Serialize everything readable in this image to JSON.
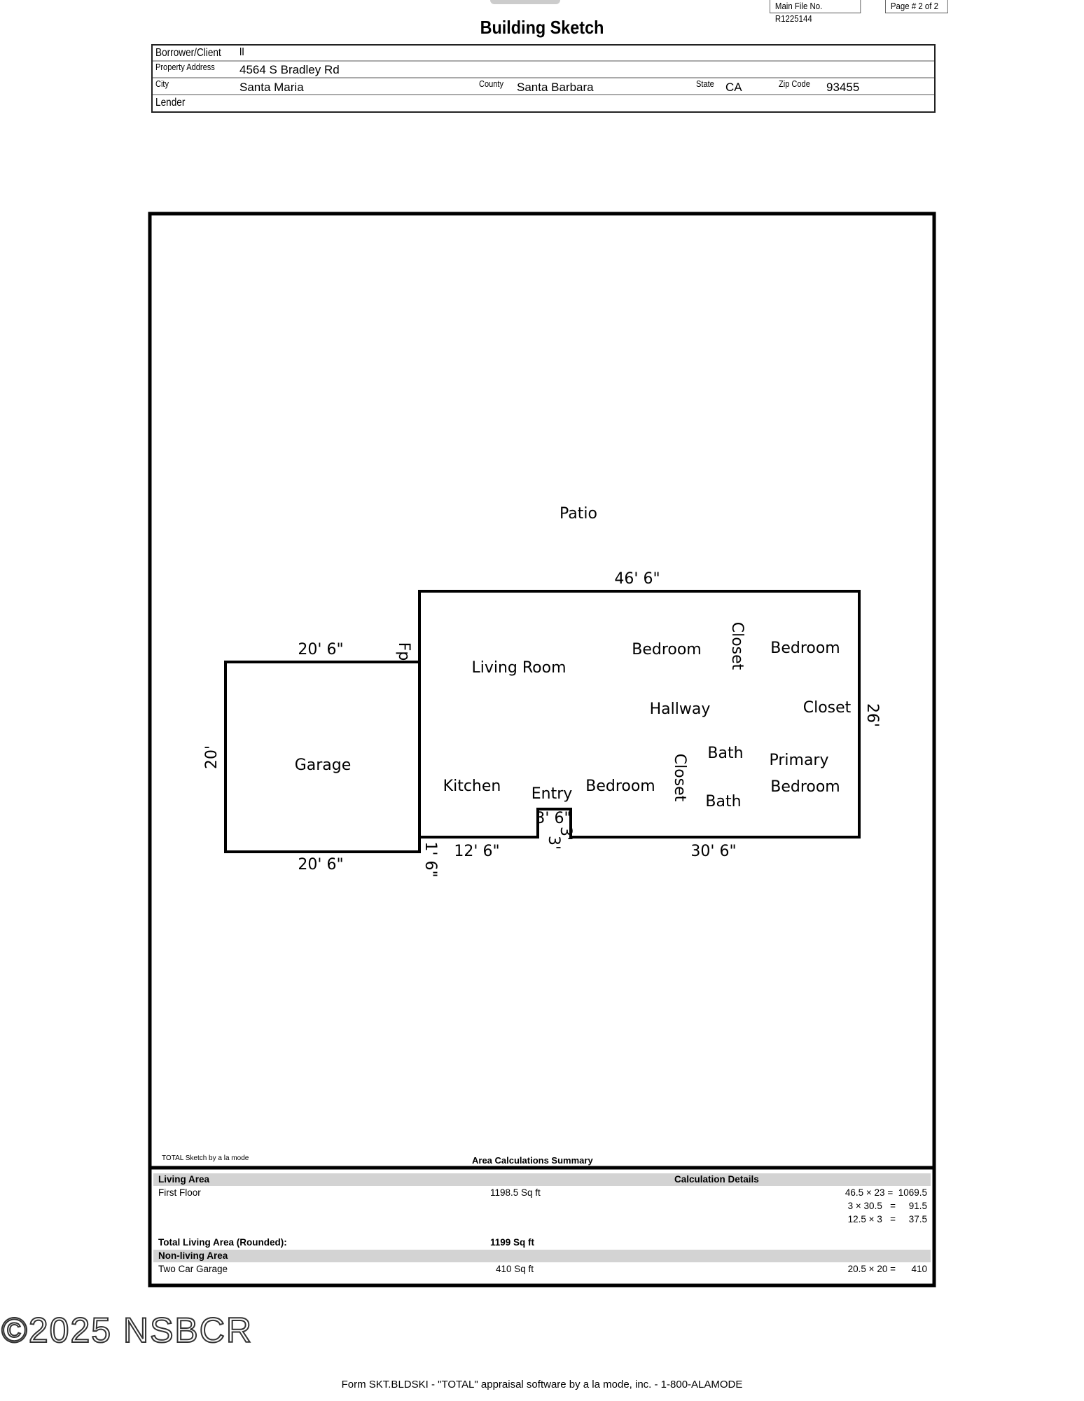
{
  "file_box": {
    "main_file": "Main File No. R1225144",
    "page": "Page # 2 of 2"
  },
  "title": "Building Sketch",
  "header": {
    "borrower_label": "Borrower/Client",
    "borrower": "ll",
    "address_label": "Property Address",
    "address": "4564 S Bradley Rd",
    "city_label": "City",
    "city": "Santa Maria",
    "county_label": "County",
    "county": "Santa Barbara",
    "state_label": "State",
    "state": "CA",
    "zip_label": "Zip Code",
    "zip": "93455",
    "lender_label": "Lender",
    "lender": ""
  },
  "sketch": {
    "patio": "Patio",
    "rooms": {
      "living_room": "Living Room",
      "bedroom_1": "Bedroom",
      "closet_1": "Closet",
      "bedroom_2": "Bedroom",
      "hallway": "Hallway",
      "closet_2": "Closet",
      "garage": "Garage",
      "bath_1": "Bath",
      "primary": "Primary",
      "closet_3": "Closet",
      "kitchen": "Kitchen",
      "bedroom_3": "Bedroom",
      "entry": "Entry",
      "primary_bedroom": "Bedroom",
      "bath_2": "Bath",
      "fp": "Fp"
    },
    "dimensions": {
      "top": "46' 6\"",
      "garage_top": "20' 6\"",
      "right": "26'",
      "garage_left": "20'",
      "entry_width": "3' 6\"",
      "entry_right": "3'",
      "entry_left": "3'",
      "offset": "1' 6\"",
      "bottom_left": "12' 6\"",
      "bottom_right": "30' 6\"",
      "garage_bottom": "20' 6\""
    }
  },
  "summary": {
    "credit": "TOTAL Sketch by a la mode",
    "title": "Area Calculations Summary",
    "living_area": "Living Area",
    "calc_details": "Calculation Details",
    "first_floor": "First Floor",
    "first_floor_area": "1198.5 Sq ft",
    "details": [
      "46.5 × 23 =  1069.5",
      "3 × 30.5   =     91.5",
      "12.5 × 3   =     37.5"
    ],
    "total_label": "Total Living Area (Rounded):",
    "total_value": "1199 Sq ft",
    "non_living": "Non-living Area",
    "garage": "Two Car Garage",
    "garage_area": "410 Sq ft",
    "garage_detail": "20.5 × 20 =      410"
  },
  "watermark": "©2025 NSBCR",
  "footer": "Form SKT.BLDSKI - \"TOTAL\" appraisal software by a la mode, inc. - 1-800-ALAMODE"
}
